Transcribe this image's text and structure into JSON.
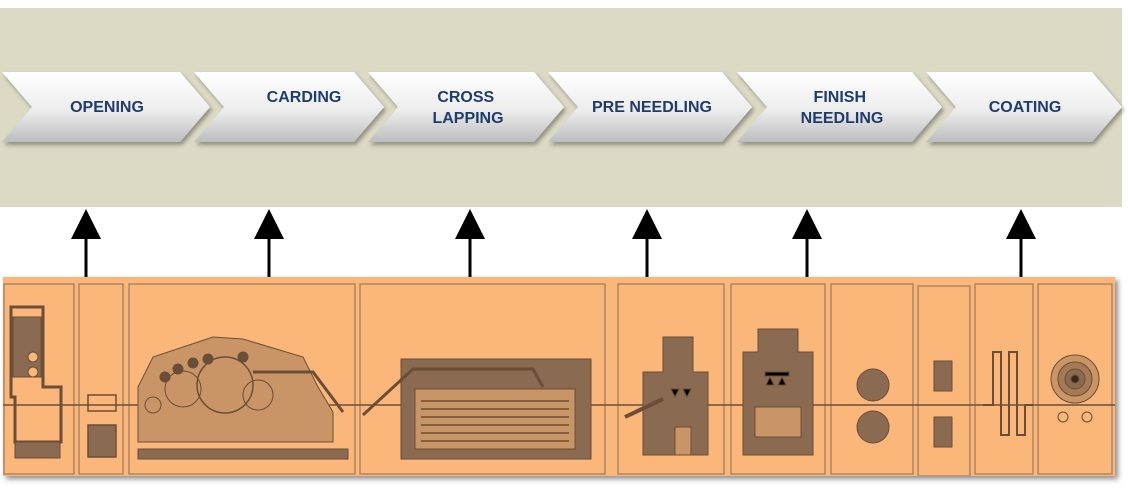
{
  "process_steps": [
    {
      "id": "opening",
      "lines": [
        "OPENING"
      ]
    },
    {
      "id": "carding",
      "lines": [
        "CARDING"
      ]
    },
    {
      "id": "cross-lapping",
      "lines": [
        "CROSS",
        "LAPPING"
      ]
    },
    {
      "id": "pre-needling",
      "lines": [
        "PRE NEEDLING"
      ]
    },
    {
      "id": "finish-needling",
      "lines": [
        "FINISH",
        "NEEDLING"
      ]
    },
    {
      "id": "coating",
      "lines": [
        "COATING"
      ]
    }
  ],
  "colors": {
    "band": "#dcdac5",
    "chevron_light": "#ffffff",
    "chevron_dark": "#c9c9c9",
    "label_text": "#1f3c6e",
    "machine_bg": "#fbb779",
    "machine_line": "#9b7a5c",
    "machine_fill": "#8a6a50",
    "arrow": "#000000"
  }
}
